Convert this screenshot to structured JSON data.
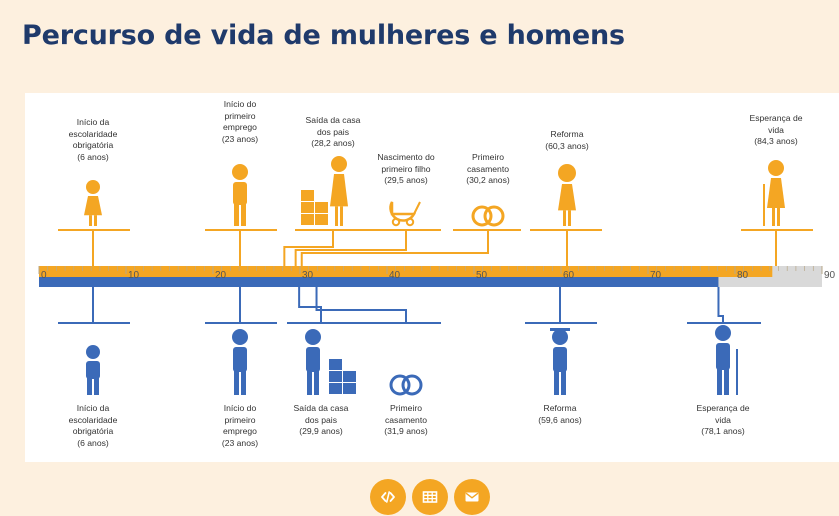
{
  "page": {
    "title": "Percurso de vida de mulheres e homens"
  },
  "chart_data": {
    "type": "timeline",
    "title": "Percurso de vida de mulheres e homens",
    "xlim": [
      0,
      90
    ],
    "ticks": [
      0,
      10,
      20,
      30,
      40,
      50,
      60,
      70,
      80,
      90
    ],
    "tick_labels": [
      "0",
      "10",
      "20",
      "30",
      "40",
      "50",
      "60",
      "70",
      "80",
      "90"
    ],
    "colors": {
      "women": "#f4a623",
      "men": "#3b6ab8",
      "remainder": "#d9d9d9"
    },
    "series": [
      {
        "bar_end": 84.3,
        "events": [
          {
            "value": 6,
            "label": [
              "Início da",
              "escolaridade",
              "obrigatória",
              "(6 anos)"
            ],
            "icon": "girl-icon"
          },
          {
            "value": 23,
            "label": [
              "Início do",
              "primeiro",
              "emprego",
              "(23 anos)"
            ],
            "icon": "working-woman-icon"
          },
          {
            "value": 28.2,
            "label": [
              "Saída da casa",
              "dos pais",
              "(28,2 anos)"
            ],
            "icon": "woman-with-boxes-icon"
          },
          {
            "value": 29.5,
            "label": [
              "Nascimento do",
              "primeiro filho",
              "(29,5 anos)"
            ],
            "icon": "baby-stroller-icon"
          },
          {
            "value": 30.2,
            "label": [
              "Primeiro",
              "casamento",
              "(30,2 anos)"
            ],
            "icon": "wedding-rings-icon"
          },
          {
            "value": 60.3,
            "label": [
              "Reforma",
              "(60,3 anos)"
            ],
            "icon": "retired-woman-icon"
          },
          {
            "value": 84.3,
            "label": [
              "Esperança de",
              "vida",
              "(84,3 anos)"
            ],
            "icon": "elderly-woman-icon"
          }
        ]
      },
      {
        "bar_end": 78.1,
        "events": [
          {
            "value": 6,
            "label": [
              "Início da",
              "escolaridade",
              "obrigatória",
              "(6 anos)"
            ],
            "icon": "boy-icon"
          },
          {
            "value": 23,
            "label": [
              "Início do",
              "primeiro",
              "emprego",
              "(23 anos)"
            ],
            "icon": "working-man-icon"
          },
          {
            "value": 29.9,
            "label": [
              "Saída da casa",
              "dos pais",
              "(29,9 anos)"
            ],
            "icon": "man-with-boxes-icon"
          },
          {
            "value": 31.9,
            "label": [
              "Primeiro",
              "casamento",
              "(31,9 anos)"
            ],
            "icon": "wedding-rings-icon"
          },
          {
            "value": 59.6,
            "label": [
              "Reforma",
              "(59,6 anos)"
            ],
            "icon": "retired-man-icon"
          },
          {
            "value": 78.1,
            "label": [
              "Esperança de",
              "vida",
              "(78,1 anos)"
            ],
            "icon": "elderly-man-icon"
          }
        ]
      }
    ]
  },
  "toolbar": [
    {
      "name": "embed-code-button",
      "icon": "code-icon"
    },
    {
      "name": "data-table-button",
      "icon": "table-icon"
    },
    {
      "name": "email-share-button",
      "icon": "envelope-icon"
    }
  ]
}
